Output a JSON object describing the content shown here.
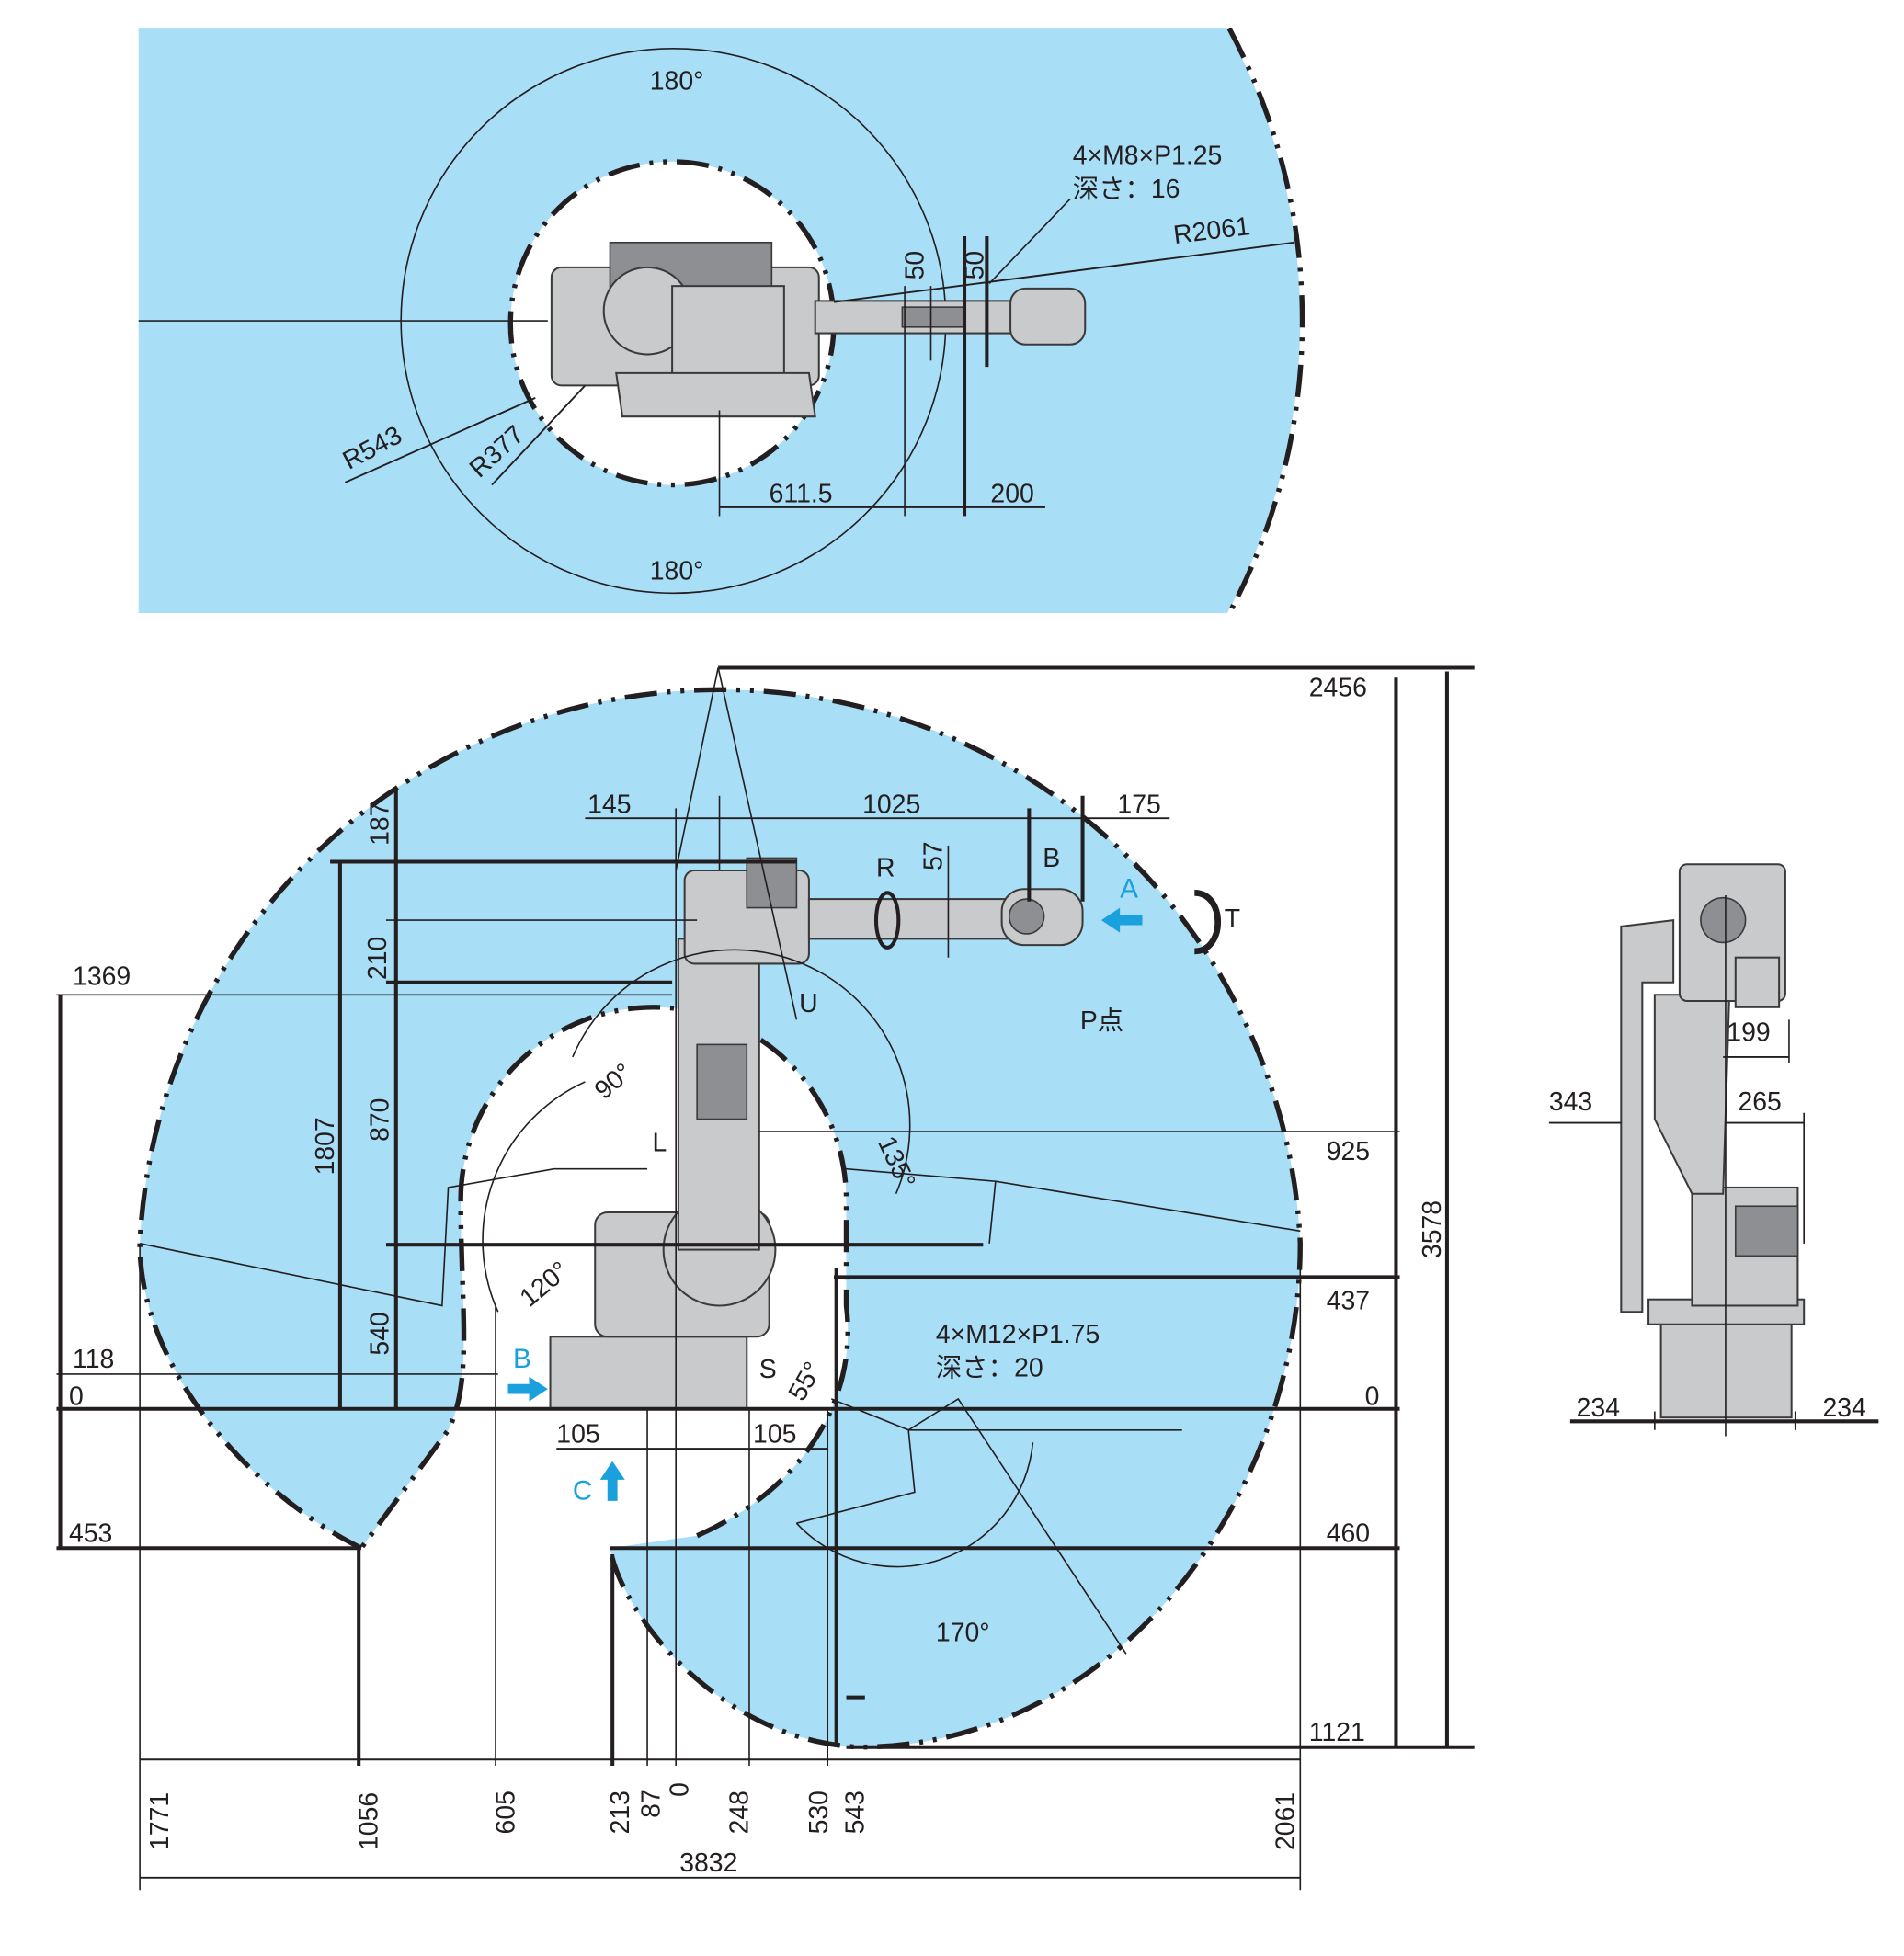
{
  "colors": {
    "workspace": "#a9def7",
    "accent": "#1aa0dc",
    "robot": "#c9cacc"
  },
  "top_view": {
    "angle_top": "180°",
    "angle_bottom": "180°",
    "mount_spec": "4×M8×P1.25",
    "mount_depth": "深さ：16",
    "radius_max": "R2061",
    "radius_mid": "R543",
    "radius_min": "R377",
    "dim_50_a": "50",
    "dim_50_b": "50",
    "dim_611_5": "611.5",
    "dim_200": "200"
  },
  "side_view": {
    "h_2456": "2456",
    "h_1369": "1369",
    "h_925": "925",
    "h_437": "437",
    "h_118": "118",
    "h_0_left": "0",
    "h_0_right": "0",
    "h_453": "453",
    "h_460": "460",
    "h_1121": "1121",
    "total_height": "3578",
    "d_145": "145",
    "d_1025": "1025",
    "d_175": "175",
    "v_187": "187",
    "v_57": "57",
    "v_210": "210",
    "v_1807": "1807",
    "v_870": "870",
    "v_540": "540",
    "axis_r": "R",
    "axis_b": "B",
    "axis_t": "T",
    "axis_u": "U",
    "axis_l": "L",
    "axis_s": "S",
    "view_a": "A",
    "view_b": "B",
    "view_c": "C",
    "p_point": "P点",
    "angle_90": "90°",
    "angle_135": "135°",
    "angle_120": "120°",
    "angle_55": "55°",
    "angle_170": "170°",
    "base_mount_spec": "4×M12×P1.75",
    "base_mount_depth": "深さ：20",
    "d_105_left": "105",
    "d_105_right": "105",
    "bottom_dims": [
      "1771",
      "1056",
      "605",
      "213",
      "87",
      "0",
      "248",
      "530",
      "543",
      "2061"
    ],
    "total_width": "3832"
  },
  "rear_view": {
    "d_199": "199",
    "d_343": "343",
    "d_265": "265",
    "d_234_left": "234",
    "d_234_right": "234"
  }
}
